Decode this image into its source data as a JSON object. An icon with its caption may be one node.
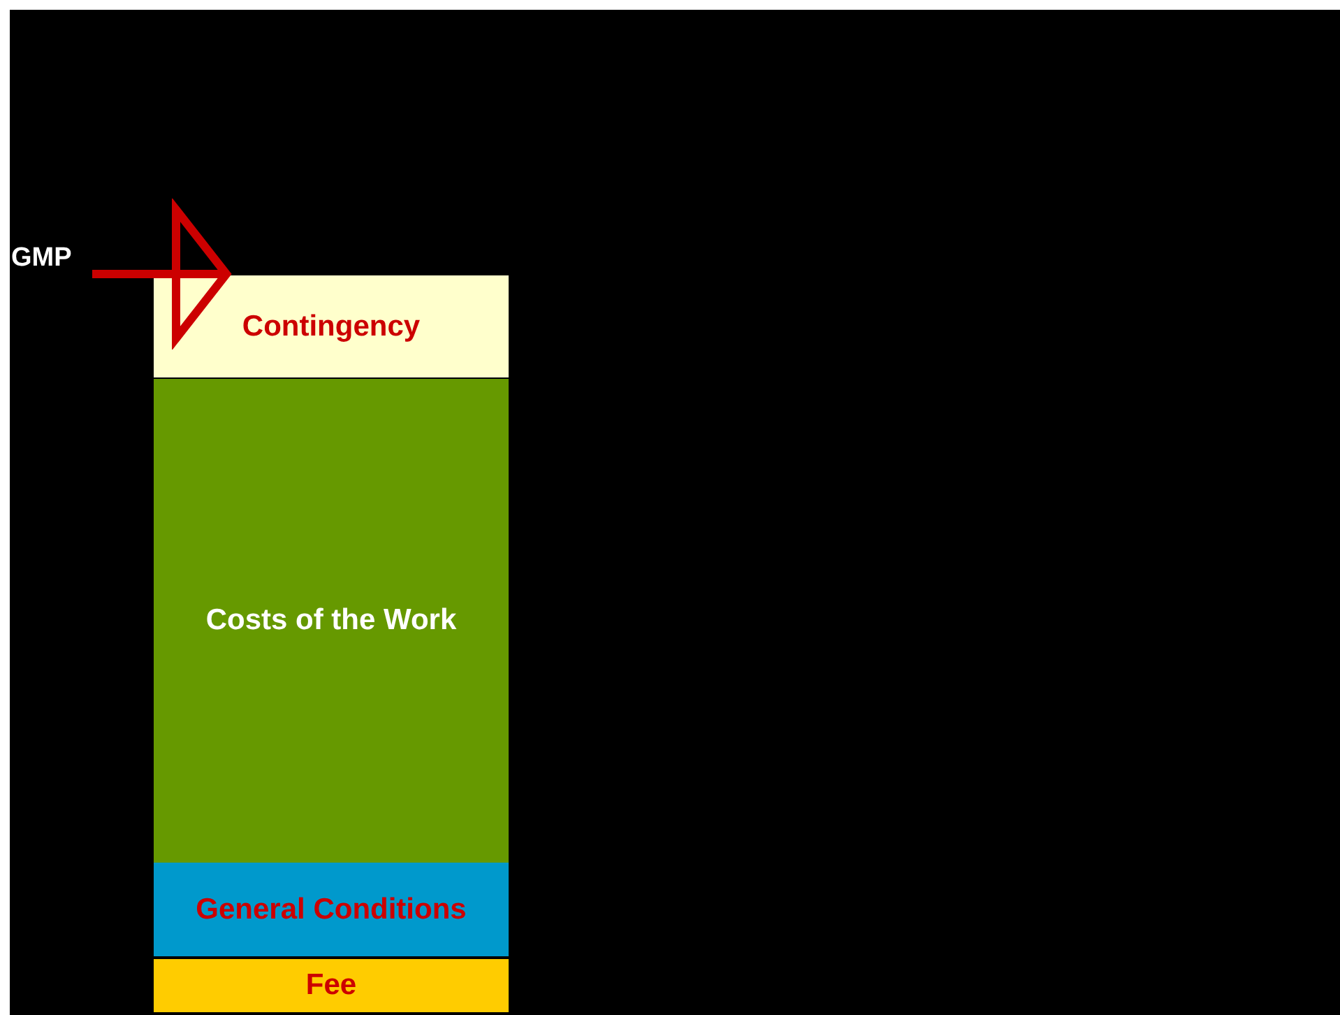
{
  "diagram": {
    "nodes": [
      {
        "text": [
          "GMP"
        ]
      },
      {
        "text": [
          "Contingency"
        ]
      },
      {
        "text": [
          "Costs of the Work"
        ]
      },
      {
        "text": [
          "General Conditions"
        ]
      },
      {
        "text": [
          "Fee"
        ]
      }
    ],
    "edges": [
      {
        "from": 0,
        "to": 1,
        "arrow": "to",
        "color": "#cc0000"
      }
    ]
  }
}
